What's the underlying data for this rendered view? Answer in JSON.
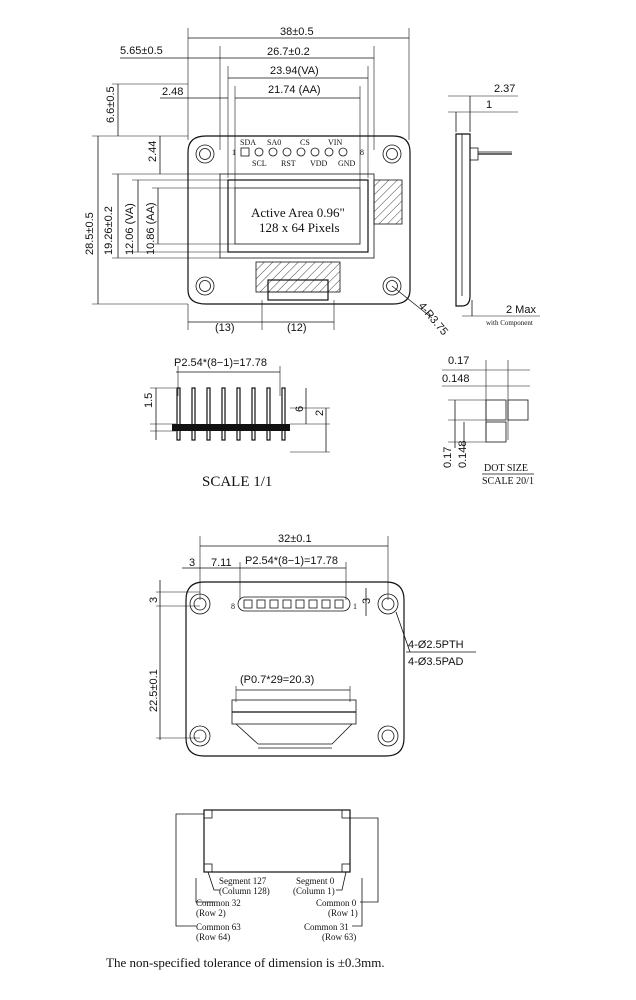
{
  "front": {
    "dims": {
      "overall_width": "38±0.5",
      "left_offset": "5.65±0.5",
      "pcb_width": "26.7±0.2",
      "va_width": "23.94(VA)",
      "aa_width": "21.74 (AA)",
      "left_edge": "2.48",
      "top_edge": "6.6±0.5",
      "pin_gap": "2.44",
      "overall_height": "28.5±0.5",
      "va_height_pre": "19.26±0.2",
      "va_height": "12.06 (VA)",
      "aa_height": "10.86 (AA)",
      "bottom_left": "(13)",
      "bottom_mid": "(12)",
      "radius": "4-R3.75"
    },
    "pins_top": [
      "SDA",
      "SA0",
      "CS",
      "VIN"
    ],
    "pins_bottom": [
      "SCL",
      "RST",
      "VDD",
      "GND"
    ],
    "pin_first": "1",
    "pin_last": "8",
    "active_line1": "Active Area 0.96\"",
    "active_line2": "128 x 64 Pixels"
  },
  "side": {
    "dim_top": "2.37",
    "dim_sub": "1",
    "max_label": "2 Max",
    "max_sub": "with Component"
  },
  "header": {
    "pitch": "P2.54*(8−1)=17.78",
    "h1": "1.5",
    "h2": "6",
    "h3": "2",
    "scale": "SCALE 1/1"
  },
  "dot": {
    "d1": "0.17",
    "d2": "0.148",
    "v1": "0.17",
    "v2": "0.148",
    "title": "DOT SIZE",
    "scale": "SCALE 20/1"
  },
  "back": {
    "width": "32±0.1",
    "left3": "3",
    "offset": "7.11",
    "pitch": "P2.54*(8−1)=17.78",
    "top3": "3",
    "right3": "3",
    "height": "22.5±0.1",
    "fpc_pitch": "(P0.7*29=20.3)",
    "hole1": "4-Ø2.5PTH",
    "hole2": "4-Ø3.5PAD",
    "pin8": "8",
    "pin1": "1"
  },
  "mapping": {
    "seg127": "Segment 127",
    "col128": "(Column 128)",
    "seg0": "Segment 0",
    "col1": "(Column 1)",
    "com32": "Common 32",
    "row2": "(Row 2)",
    "com0": "Common 0",
    "row1": "(Row 1)",
    "com63": "Common 63",
    "row64": "(Row 64)",
    "com31": "Common 31",
    "row63": "(Row 63)"
  },
  "note": "The non-specified tolerance of dimension is ±0.3mm."
}
